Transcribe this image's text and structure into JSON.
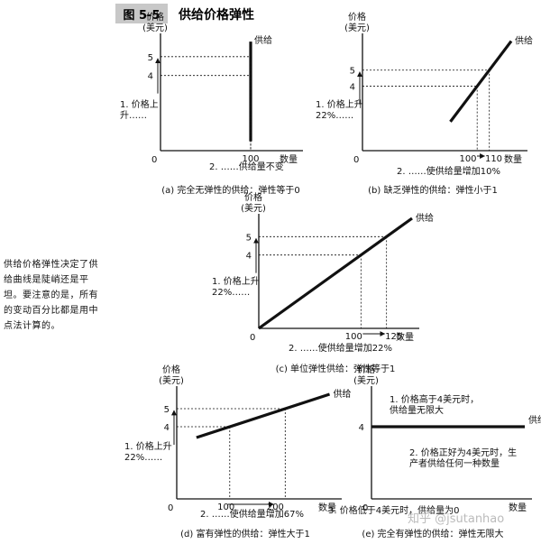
{
  "figure": {
    "tag": "图 5-5",
    "title": "供给价格弹性"
  },
  "side_note": "供给价格弹性决定了供\n给曲线是陡峭还是平\n坦。要注意的是，所有\n的变动百分比都是用中\n点法计算的。",
  "watermark": "知乎 @jsutanhao",
  "chart_data": [
    {
      "type": "line",
      "id": "a",
      "ylabel": "价格\n(美元)",
      "xlabel": "数量",
      "origin_label": "0",
      "series": [
        {
          "name": "供给",
          "x": [
            100,
            100
          ],
          "y": [
            0.5,
            5.8
          ]
        }
      ],
      "price_ticks": [
        4,
        5
      ],
      "quantity_ticks": [
        100
      ],
      "price_note": "1. 价格上\n升……",
      "quantity_note": "2. ……供给量不变",
      "caption": "(a) 完全无弹性的供给：弹性等于0"
    },
    {
      "type": "line",
      "id": "b",
      "ylabel": "价格\n(美元)",
      "xlabel": "数量",
      "origin_label": "0",
      "series": [
        {
          "name": "供给",
          "x": [
            78,
            132
          ],
          "y": [
            1.8,
            6.8
          ]
        }
      ],
      "price_ticks": [
        4,
        5
      ],
      "quantity_ticks": [
        100,
        110
      ],
      "price_note": "1. 价格上升\n22%……",
      "quantity_note": "2. ……使供给量增加10%",
      "caption": "(b) 缺乏弹性的供给：弹性小于1"
    },
    {
      "type": "line",
      "id": "c",
      "ylabel": "价格\n(美元)",
      "xlabel": "数量",
      "origin_label": "0",
      "series": [
        {
          "name": "供给",
          "x": [
            0,
            150
          ],
          "y": [
            0,
            6
          ]
        }
      ],
      "price_ticks": [
        4,
        5
      ],
      "quantity_ticks": [
        100,
        125
      ],
      "price_note": "1. 价格上升\n22%……",
      "quantity_note": "2. ……使供给量增加22%",
      "caption": "(c) 单位弹性供给：弹性等于1"
    },
    {
      "type": "line",
      "id": "d",
      "ylabel": "价格\n(美元)",
      "xlabel": "数量",
      "origin_label": "0",
      "series": [
        {
          "name": "供给",
          "x": [
            40,
            310
          ],
          "y": [
            3.4,
            5.8
          ]
        }
      ],
      "price_ticks": [
        4,
        5
      ],
      "quantity_ticks": [
        100,
        200
      ],
      "price_note": "1. 价格上升\n22%……",
      "quantity_note": "2. ……使供给量增加67%",
      "caption": "(d) 富有弹性的供给：弹性大于1"
    },
    {
      "type": "line",
      "id": "e",
      "ylabel": "价格\n(美元)",
      "xlabel": "数量",
      "origin_label": "0",
      "series": [
        {
          "name": "供给",
          "x": [
            0,
            260
          ],
          "y": [
            4,
            4
          ]
        }
      ],
      "price_ticks": [
        4
      ],
      "quantity_ticks": [],
      "notes": [
        "1. 价格高于4美元时，\n供给量无限大",
        "2. 价格正好为4美元时，生\n产者供给任何一种数量",
        "3. 价格低于4美元时，供给量为0"
      ],
      "caption": "(e) 完全有弹性的供给：弹性无限大"
    }
  ]
}
